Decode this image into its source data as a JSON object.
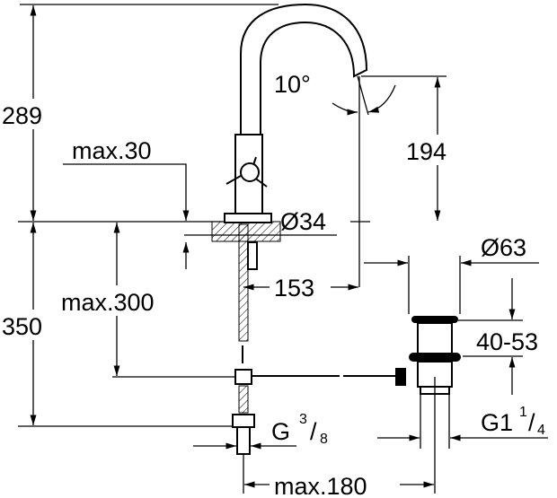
{
  "drawing": {
    "dimensions": {
      "total_height_above": "289",
      "below_counter": "350",
      "max_thickness": "max.30",
      "max_hose": "max.300",
      "body_diameter": "Ø34",
      "angle": "10°",
      "spout_height": "194",
      "spout_reach": "153",
      "drain_diameter": "Ø63",
      "drain_range": "40-53",
      "connection_g": "G",
      "connection_g_num": "3",
      "connection_g_den": "8",
      "drain_thread": "G1",
      "drain_thread_num": "1",
      "drain_thread_den": "4",
      "max_rod": "max.180"
    }
  }
}
